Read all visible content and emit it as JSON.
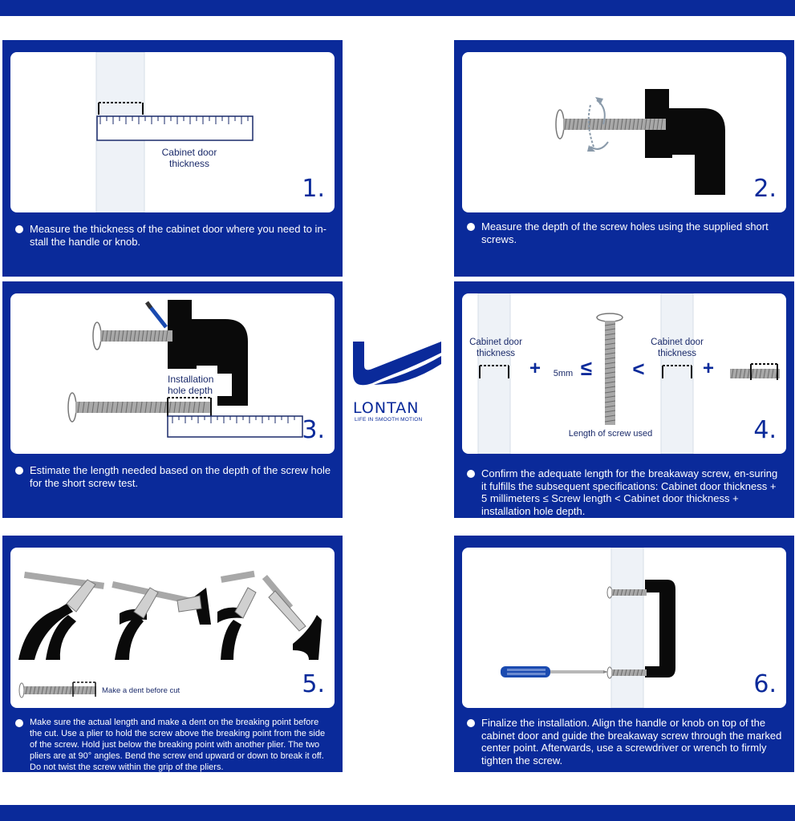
{
  "steps": [
    {
      "number": "1.",
      "labels": [
        "Cabinet door\nthickness"
      ],
      "text": "Measure the thickness of the cabinet door where you need to in-stall the handle or knob."
    },
    {
      "number": "2.",
      "labels": [],
      "text": "Measure the depth of the screw holes using the supplied short screws."
    },
    {
      "number": "3.",
      "labels": [
        "Installation\nhole depth"
      ],
      "text": "Estimate the length needed based on the depth of the screw hole for the short screw test."
    },
    {
      "number": "4.",
      "labels": [
        "Cabinet door\nthickness",
        "5mm",
        "Cabinet door\nthickness",
        "Length of screw used"
      ],
      "symbols": [
        "+",
        "≤",
        "<",
        "+"
      ],
      "text": "Confirm the adequate length for the breakaway screw, en-suring it fulfills the subsequent specifications: Cabinet door thickness + 5 millimeters ≤ Screw length < Cabinet door thickness + installation hole depth."
    },
    {
      "number": "5.",
      "labels": [
        "Make a dent before cut"
      ],
      "text": "Make sure the actual length and make a dent on the breaking point before the cut. Use a plier to hold the screw above the breaking point from the side of the screw. Hold just below the breaking point with another plier. The two pliers are at 90° angles. Bend the screw end upward or down to break it off. Do not twist the screw within the grip of the pliers."
    },
    {
      "number": "6.",
      "labels": [],
      "text": "Finalize the installation. Align the handle or knob on top of the cabinet door and guide the breakaway screw through the marked center point. Afterwards, use a screwdriver or wrench to firmly tighten the screw."
    }
  ],
  "logo": {
    "brand": "LONTAN",
    "tagline": "LIFE IN SMOOTH MOTION"
  },
  "colors": {
    "brand_blue": "#0a2a9a",
    "door_panel": "#eef2f7",
    "handle_black": "#0a0a0a",
    "screw_grey": "#9a9a9a"
  }
}
